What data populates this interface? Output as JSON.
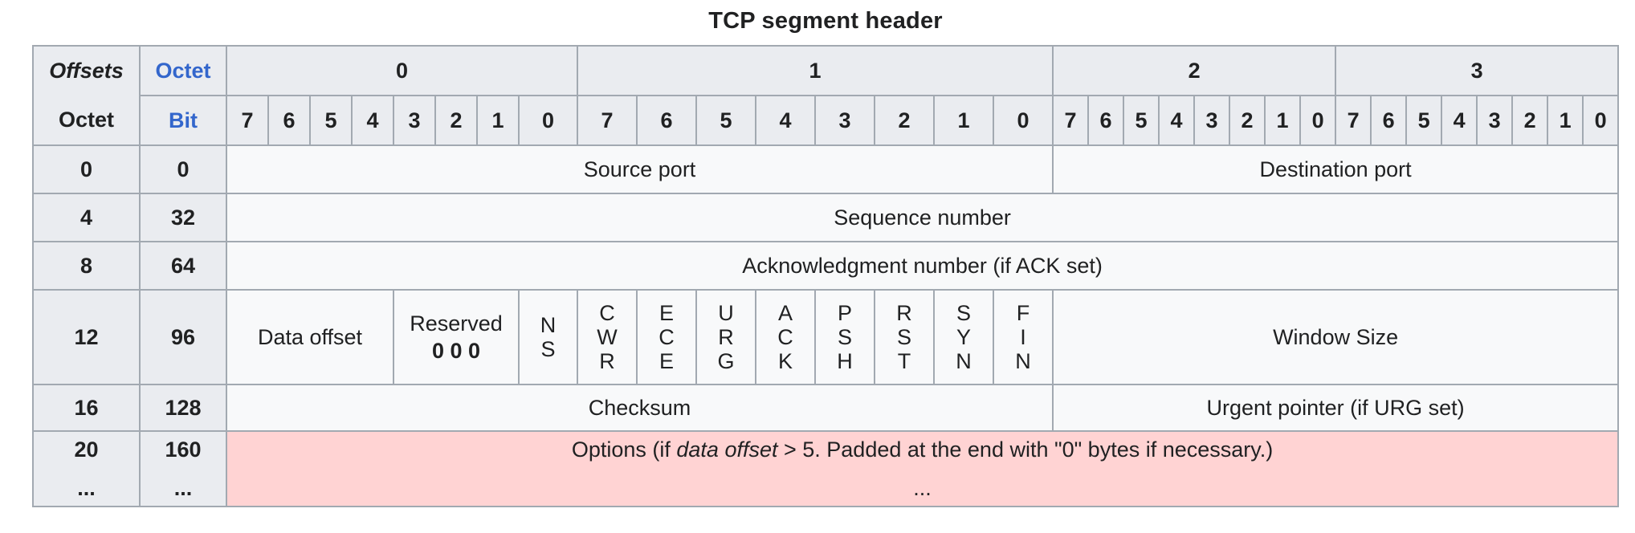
{
  "title": "TCP segment header",
  "corner": {
    "offsets": "Offsets",
    "octet": "Octet"
  },
  "axis": {
    "octet_link": "Octet",
    "bit_link": "Bit"
  },
  "octet_headers": [
    "0",
    "1",
    "2",
    "3"
  ],
  "bits": [
    "7",
    "6",
    "5",
    "4",
    "3",
    "2",
    "1",
    "0",
    "7",
    "6",
    "5",
    "4",
    "3",
    "2",
    "1",
    "0",
    "7",
    "6",
    "5",
    "4",
    "3",
    "2",
    "1",
    "0",
    "7",
    "6",
    "5",
    "4",
    "3",
    "2",
    "1",
    "0"
  ],
  "rows": {
    "r0": {
      "octet": "0",
      "bit": "0",
      "source_port": "Source port",
      "destination_port": "Destination port"
    },
    "r4": {
      "octet": "4",
      "bit": "32",
      "sequence_number": "Sequence number"
    },
    "r8": {
      "octet": "8",
      "bit": "64",
      "acknowledgment_number": "Acknowledgment number (if ACK set)"
    },
    "r12": {
      "octet": "12",
      "bit": "96",
      "data_offset": "Data offset",
      "reserved_label": "Reserved",
      "reserved_value": "0 0 0",
      "flags": {
        "ns": [
          "N",
          "S"
        ],
        "cwr": [
          "C",
          "W",
          "R"
        ],
        "ece": [
          "E",
          "C",
          "E"
        ],
        "urg": [
          "U",
          "R",
          "G"
        ],
        "ack": [
          "A",
          "C",
          "K"
        ],
        "psh": [
          "P",
          "S",
          "H"
        ],
        "rst": [
          "R",
          "S",
          "T"
        ],
        "syn": [
          "S",
          "Y",
          "N"
        ],
        "fin": [
          "F",
          "I",
          "N"
        ]
      },
      "window_size": "Window Size"
    },
    "r16": {
      "octet": "16",
      "bit": "128",
      "checksum": "Checksum",
      "urgent_pointer": "Urgent pointer (if URG set)"
    },
    "r20": {
      "octet": "20",
      "bit": "160",
      "ellipsis": "...",
      "options_prefix": "Options (if ",
      "options_italic": "data offset",
      "options_suffix": " > 5. Padded at the end with \"0\" bytes if necessary.)"
    }
  },
  "colors": {
    "header_bg": "#eaecf0",
    "cell_bg": "#f8f9fa",
    "options_bg": "#ffd3d3",
    "border": "#a2a9b1",
    "link": "#3366cc",
    "text": "#202122"
  }
}
